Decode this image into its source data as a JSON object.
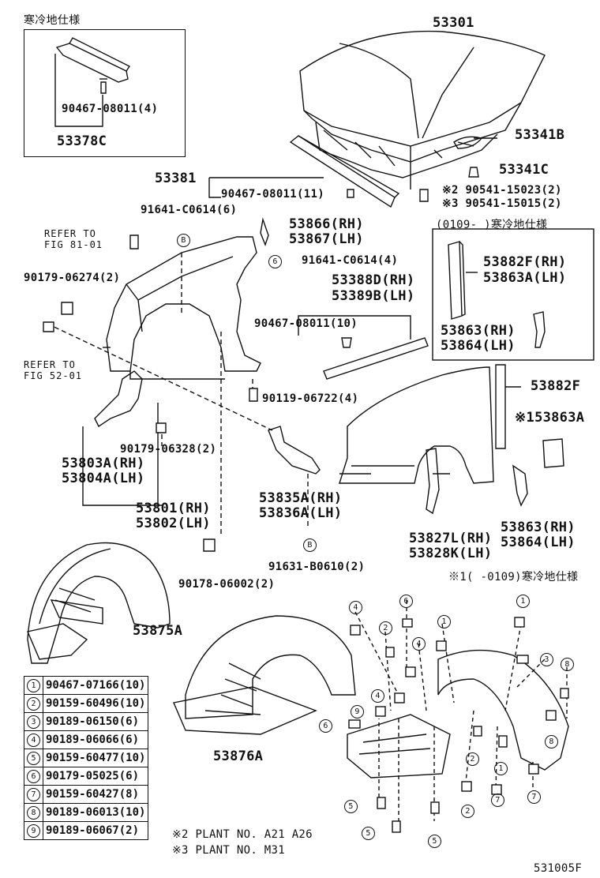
{
  "cold_spec_label": "寒冷地仕様",
  "cold_spec_ranged_label": "(0109-    )寒冷地仕様",
  "parts": {
    "p53301": "53301",
    "p53341B": "53341B",
    "p53341C": "53341C",
    "p53381": "53381",
    "p90467_11": "90467-08011(11)",
    "p90541_2": "※2 90541-15023(2)",
    "p90541_3": "※3 90541-15015(2)",
    "p90467_4": "90467-08011(4)",
    "p53378C": "53378C",
    "p91641_6": "91641-C0614(6)",
    "p53866": "53866(RH)",
    "p53867": "53867(LH)",
    "refer81a": "REFER TO",
    "refer81b": "FIG 81-01",
    "p91641_4": "91641-C0614(4)",
    "p90179_274": "90179-06274(2)",
    "p53388D": "53388D(RH)",
    "p53389B": "53389B(LH)",
    "refer52a": "REFER TO",
    "refer52b": "FIG 52-01",
    "p90467_10": "90467-08011(10)",
    "p53882F_rh": "53882F(RH)",
    "p53863A_lh": "53863A(LH)",
    "p53863_rh_box": "53863(RH)",
    "p53864_lh_box": "53864(LH)",
    "p90119": "90119-06722(4)",
    "p53882F": "53882F",
    "p53863A": "※153863A",
    "p90179_328": "90179-06328(2)",
    "p53803A": "53803A(RH)",
    "p53804A": "53804A(LH)",
    "p53835A": "53835A(RH)",
    "p53836A": "53836A(LH)",
    "p53801": "53801(RH)",
    "p53802": "53802(LH)",
    "p53827L": "53827L(RH)",
    "p53828K": "53828K(LH)",
    "p53863_rh": "53863(RH)",
    "p53864_lh": "53864(LH)",
    "p91631": "91631-B0610(2)",
    "p90178": "90178-06002(2)",
    "p53875A": "53875A",
    "p53876A": "53876A",
    "footnote1": "※1(    -0109)寒冷地仕様",
    "footnote2": "※2 PLANT NO. A21 A26",
    "footnote3": "※3 PLANT NO. M31",
    "fig_code": "531005F"
  },
  "callouts": {
    "B": "B",
    "six": "6",
    "one": "1",
    "two": "2",
    "three": "3",
    "four": "4",
    "five": "5",
    "seven": "7",
    "eight": "8",
    "nine": "9"
  },
  "legend": [
    {
      "n": "1",
      "part": "90467-07166(10)"
    },
    {
      "n": "2",
      "part": "90159-60496(10)"
    },
    {
      "n": "3",
      "part": "90189-06150(6)"
    },
    {
      "n": "4",
      "part": "90189-06066(6)"
    },
    {
      "n": "5",
      "part": "90159-60477(10)"
    },
    {
      "n": "6",
      "part": "90179-05025(6)"
    },
    {
      "n": "7",
      "part": "90159-60427(8)"
    },
    {
      "n": "8",
      "part": "90189-06013(10)"
    },
    {
      "n": "9",
      "part": "90189-06067(2)"
    }
  ]
}
